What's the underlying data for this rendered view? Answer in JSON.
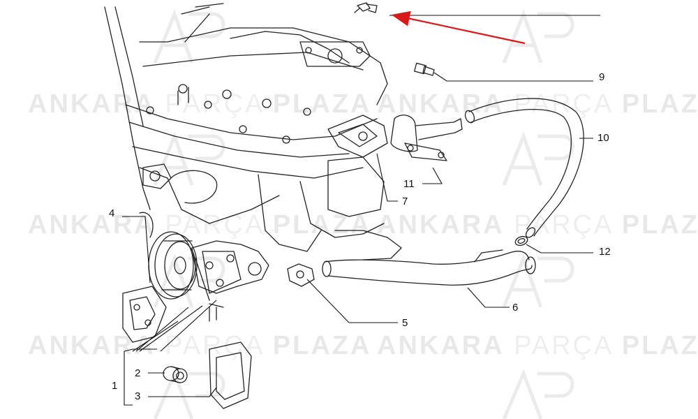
{
  "diagram": {
    "callouts": [
      {
        "id": "1",
        "text": "1"
      },
      {
        "id": "2",
        "text": "2"
      },
      {
        "id": "3",
        "text": "3"
      },
      {
        "id": "4",
        "text": "4"
      },
      {
        "id": "5",
        "text": "5"
      },
      {
        "id": "6",
        "text": "6"
      },
      {
        "id": "7",
        "text": "7"
      },
      {
        "id": "9",
        "text": "9"
      },
      {
        "id": "10",
        "text": "10"
      },
      {
        "id": "11",
        "text": "11"
      },
      {
        "id": "12",
        "text": "12"
      }
    ],
    "highlight_color": "#d81a1a",
    "line_color": "#111111"
  },
  "watermark": {
    "word1": "ANKARA",
    "word2": "PARÇA",
    "word3": "PLAZA",
    "logo_mark": "AP"
  }
}
